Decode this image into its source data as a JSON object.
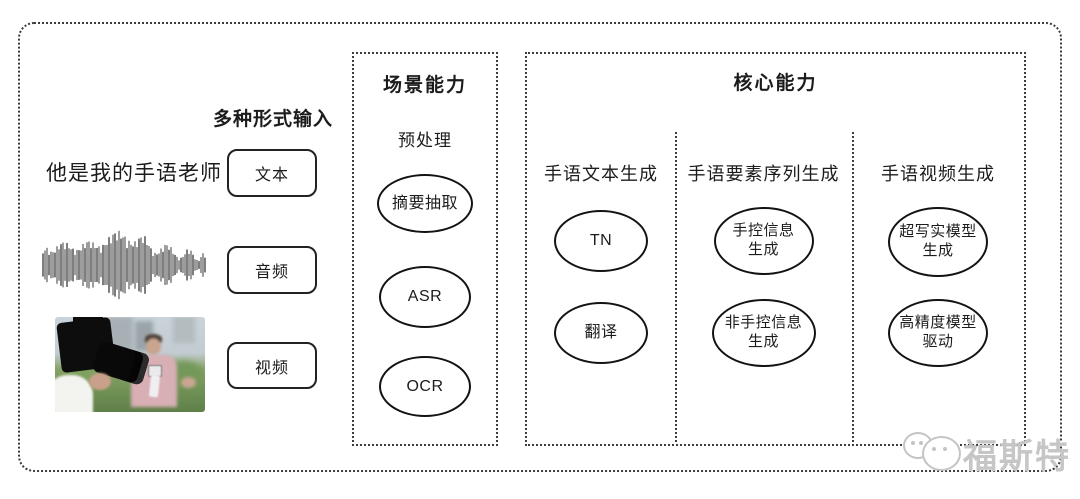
{
  "diagram": {
    "input_section": {
      "label": "多种形式输入",
      "text_example": "他是我的手语老师",
      "inputs": [
        {
          "label": "文本"
        },
        {
          "label": "音频"
        },
        {
          "label": "视频"
        }
      ]
    },
    "scene_box": {
      "title": "场景能力",
      "subtitle": "预处理",
      "nodes": [
        "摘要抽取",
        "ASR",
        "OCR"
      ]
    },
    "core_box": {
      "title": "核心能力",
      "columns": [
        {
          "header": "手语文本生成",
          "nodes": [
            "TN",
            "翻译"
          ]
        },
        {
          "header": "手语要素序列生成",
          "nodes": [
            "手控信息\n生成",
            "非手控信息\n生成"
          ]
        },
        {
          "header": "手语视频生成",
          "nodes": [
            "超写实模型\n生成",
            "高精度模型\n驱动"
          ]
        }
      ]
    },
    "watermark": {
      "text": "福斯特",
      "logo": "two-chat-bubbles-faces"
    },
    "colors": {
      "ink": "#1c1c1c",
      "border_dotted": "#3c3c3c",
      "watermark_gray": "#c6c6c6",
      "background": "#ffffff"
    }
  }
}
